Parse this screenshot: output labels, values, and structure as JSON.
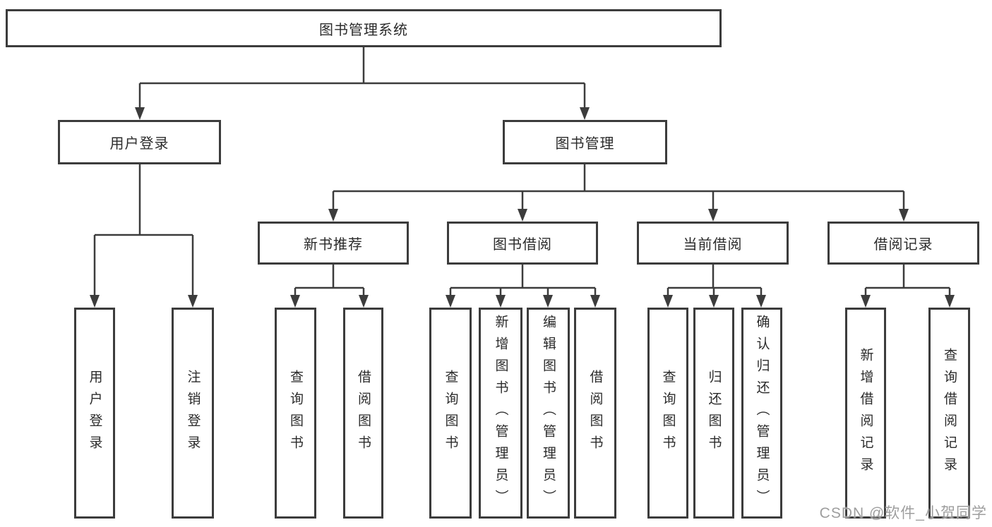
{
  "diagram_type": "hierarchy-tree",
  "tree": {
    "root": {
      "label": "图书管理系统",
      "children": [
        {
          "label": "用户登录",
          "children": [
            {
              "label": "用户登录"
            },
            {
              "label": "注销登录"
            }
          ]
        },
        {
          "label": "图书管理",
          "children": [
            {
              "label": "新书推荐",
              "children": [
                {
                  "label": "查询图书"
                },
                {
                  "label": "借阅图书"
                }
              ]
            },
            {
              "label": "图书借阅",
              "children": [
                {
                  "label": "查询图书"
                },
                {
                  "label": "新增图书（管理员）"
                },
                {
                  "label": "编辑图书（管理员）"
                },
                {
                  "label": "借阅图书"
                }
              ]
            },
            {
              "label": "当前借阅",
              "children": [
                {
                  "label": "查询图书"
                },
                {
                  "label": "归还图书"
                },
                {
                  "label": "确认归还（管理员）"
                }
              ]
            },
            {
              "label": "借阅记录",
              "children": [
                {
                  "label": "新增借阅记录"
                },
                {
                  "label": "查询借阅记录"
                }
              ]
            }
          ]
        }
      ]
    }
  },
  "watermark": {
    "text": "CSDN @软件_小贺同学"
  },
  "colors": {
    "line": "#3c3c3c",
    "text": "#2b2b2b",
    "background": "#ffffff",
    "watermark": "#9e9e9e"
  }
}
